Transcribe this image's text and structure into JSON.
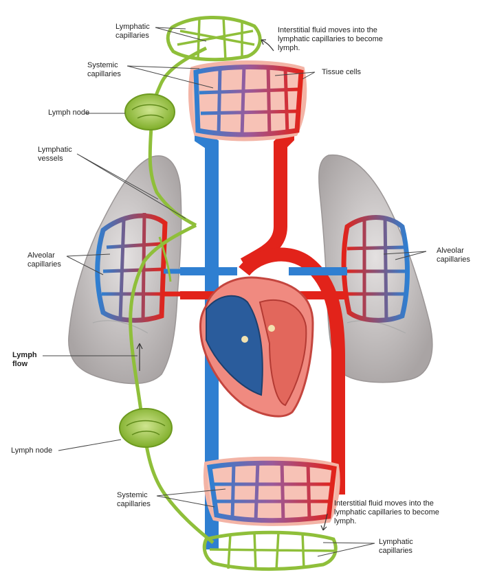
{
  "labels": {
    "lymphatic_capillaries_top": "Lymphatic\ncapillaries",
    "interstitial_top": "Interstitial fluid moves into the\nlymphatic capillaries to become\nlymph.",
    "systemic_capillaries_top": "Systemic\ncapillaries",
    "tissue_cells": "Tissue cells",
    "lymph_node_top": "Lymph node",
    "lymphatic_vessels": "Lymphatic\nvessels",
    "alveolar_capillaries_left": "Alveolar\ncapillaries",
    "alveolar_capillaries_right": "Alveolar\ncapillaries",
    "lymph_flow": "Lymph\nflow",
    "lymph_node_bottom": "Lymph node",
    "systemic_capillaries_bottom": "Systemic\ncapillaries",
    "interstitial_bottom": "Interstitial fluid moves into the\nlymphatic capillaries to become\nlymph.",
    "lymphatic_capillaries_bottom": "Lymphatic\ncapillaries"
  },
  "colors": {
    "oxygenated_blood": "#e2231a",
    "deoxygenated_blood": "#2f7fd1",
    "lymph": "#8fbf3a",
    "lung": "#c9c5c5",
    "tissue": "#f3b4a6"
  }
}
